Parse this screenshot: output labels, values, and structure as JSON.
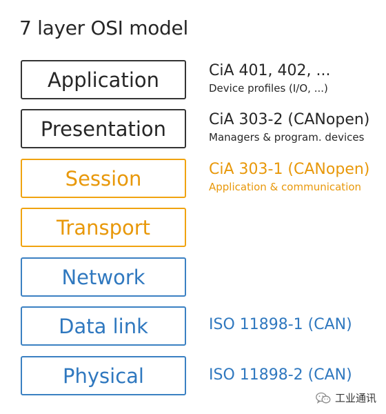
{
  "title": "7 layer OSI model",
  "layers": [
    {
      "name": "Application",
      "group": "dark"
    },
    {
      "name": "Presentation",
      "group": "dark"
    },
    {
      "name": "Session",
      "group": "orange"
    },
    {
      "name": "Transport",
      "group": "orange"
    },
    {
      "name": "Network",
      "group": "blue"
    },
    {
      "name": "Data link",
      "group": "blue"
    },
    {
      "name": "Physical",
      "group": "blue"
    }
  ],
  "annotations": {
    "application": {
      "main": "CiA 401, 402, ...",
      "sub": "Device profiles (I/O, ...)"
    },
    "presentation": {
      "main": "CiA 303-2 (CANopen)",
      "sub": "Managers & program. devices"
    },
    "session": {
      "main": "CiA 303-1 (CANopen)",
      "sub": "Application & communication"
    },
    "data_link": {
      "main": "ISO 11898-1 (CAN)"
    },
    "physical": {
      "main": "ISO 11898-2 (CAN)"
    }
  },
  "watermark": {
    "text": "工业通讯",
    "icon": "wechat-icon"
  },
  "colors": {
    "dark": "#333333",
    "orange": "#f0a30f",
    "blue": "#3a80c2"
  }
}
